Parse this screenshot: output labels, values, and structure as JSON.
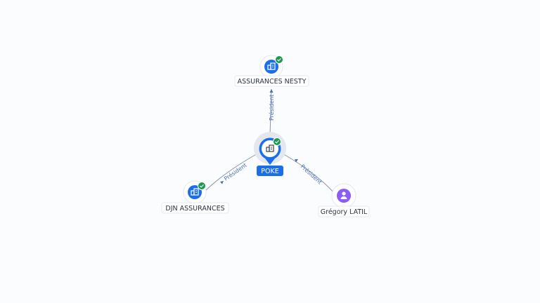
{
  "colors": {
    "accent": "#1a6fe8",
    "verified": "#1b9a4f",
    "person": "#8b5cf6",
    "edge": "#8a94a6",
    "edge_label": "#4a6fb0"
  },
  "nodes": {
    "center": {
      "label": "POKE",
      "icon": "company-icon",
      "verified": true
    },
    "top": {
      "label": "ASSURANCES NESTY",
      "icon": "company-icon",
      "verified": true
    },
    "left": {
      "label": "DJN ASSURANCES",
      "icon": "company-icon",
      "verified": true
    },
    "right": {
      "label": "Grégory LATIL",
      "icon": "person-icon",
      "verified": false
    }
  },
  "edges": {
    "top": {
      "label": "Président"
    },
    "left": {
      "label": "Président"
    },
    "right": {
      "label": "Président"
    }
  }
}
